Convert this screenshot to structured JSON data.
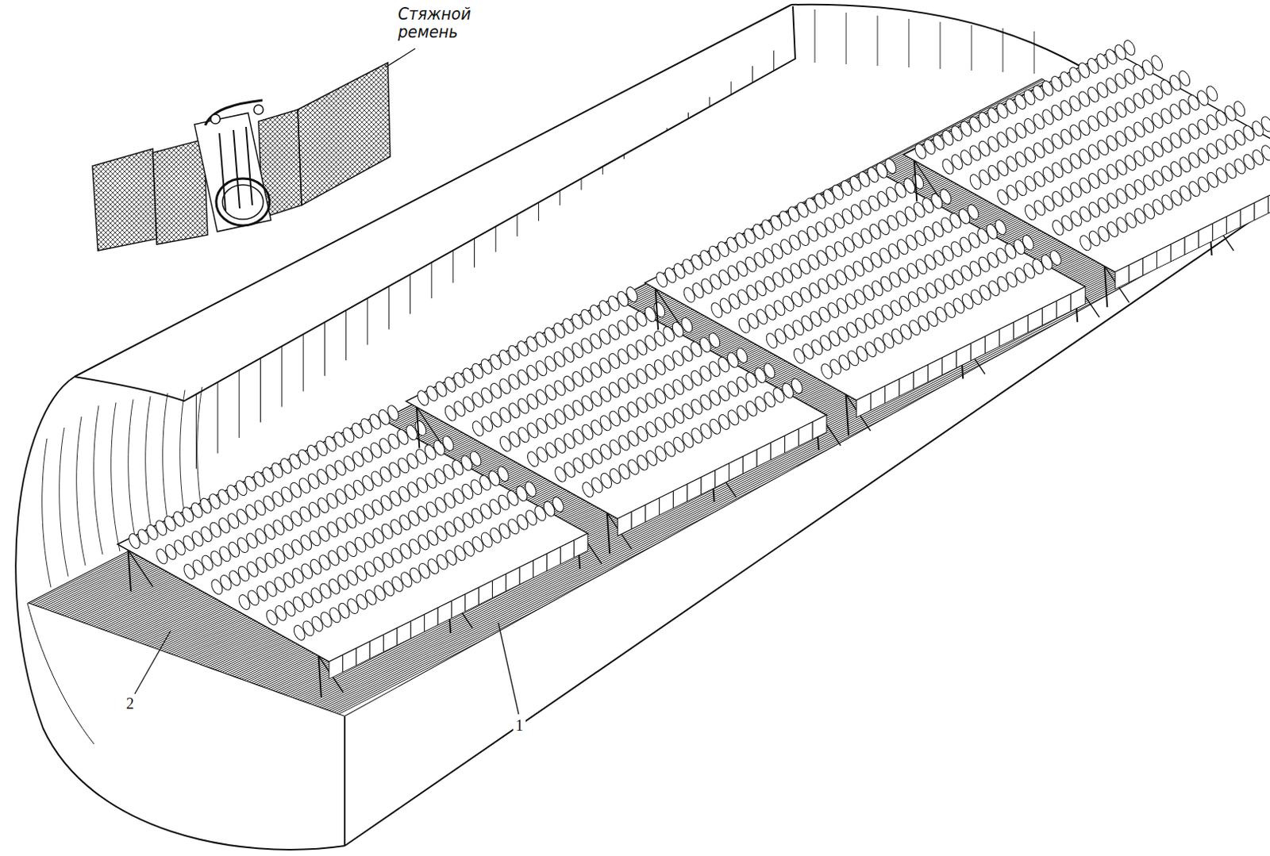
{
  "diagram": {
    "labels": [
      "Стяжной ремень",
      "1",
      "2"
    ]
  }
}
